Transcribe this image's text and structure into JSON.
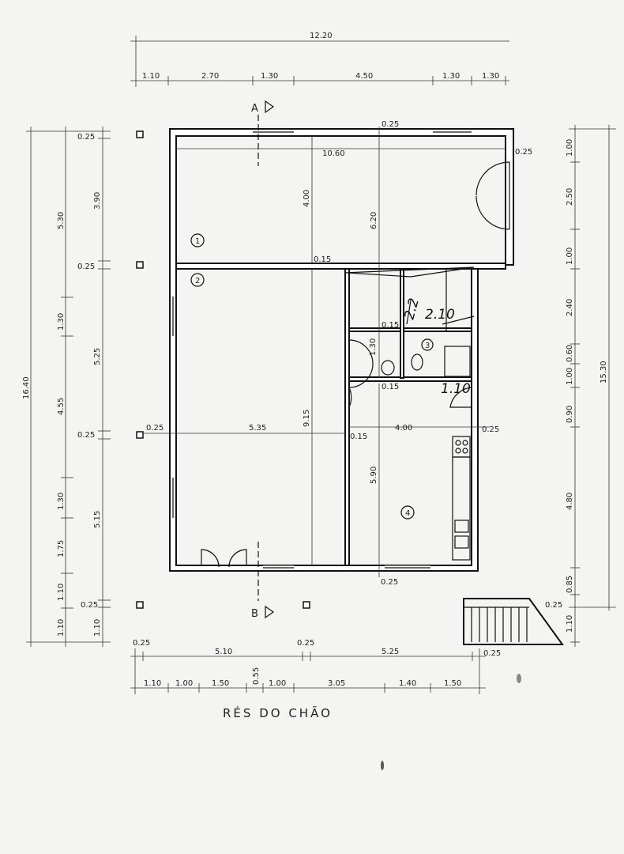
{
  "title": "RÉS DO CHÃO",
  "dims_top": {
    "overall": "12.20",
    "segments": [
      "1.10",
      "2.70",
      "1.30",
      "4.50",
      "1.30",
      "1.30"
    ]
  },
  "dims_bottom": {
    "walls": [
      "0.25",
      "5.10",
      "0.25",
      "5.25",
      "0.25"
    ],
    "segments": [
      "1.10",
      "1.00",
      "1.50",
      "0.55",
      "1.00",
      "3.05",
      "1.40",
      "1.50"
    ]
  },
  "dims_left": {
    "overall": "16.40",
    "middle": [
      "5.30",
      "1.30",
      "4.55",
      "1.30",
      "1.75",
      "1.10",
      "1.10"
    ],
    "inner": [
      "0.25",
      "3.90",
      "0.25",
      "5.25",
      "0.25",
      "5.15",
      "0.25",
      "1.10"
    ]
  },
  "dims_right": {
    "overall": "15.30",
    "segments": [
      "1.00",
      "2.50",
      "1.00",
      "2.40",
      "0.60",
      "1.00",
      "0.90",
      "4.80",
      "0.85",
      "1.10"
    ]
  },
  "inner_dims": {
    "top_wall": "0.25",
    "right_wall": "0.25",
    "width_top": "10.60",
    "height_room1": "4.00",
    "height_total": "6.20",
    "wall_mid": "0.15",
    "wall_wc_top": "0.15",
    "wc_height": "1.30",
    "wall_wc_bottom": "0.15",
    "left_wall": "0.25",
    "width_room2": "5.35",
    "height_room2": "9.15",
    "wall_kitchen": "0.15",
    "width_kitchen": "4.00",
    "right_wall_kitchen": "0.25",
    "height_kitchen": "5.90",
    "bottom_wall": "0.25",
    "stair_wall": "0.25"
  },
  "rooms": [
    "1",
    "2",
    "3",
    "4"
  ],
  "sections": {
    "top": "A",
    "bottom": "B"
  },
  "handwritten": {
    "note1": "2.10",
    "note2": "1.10",
    "note3": "2.2"
  }
}
